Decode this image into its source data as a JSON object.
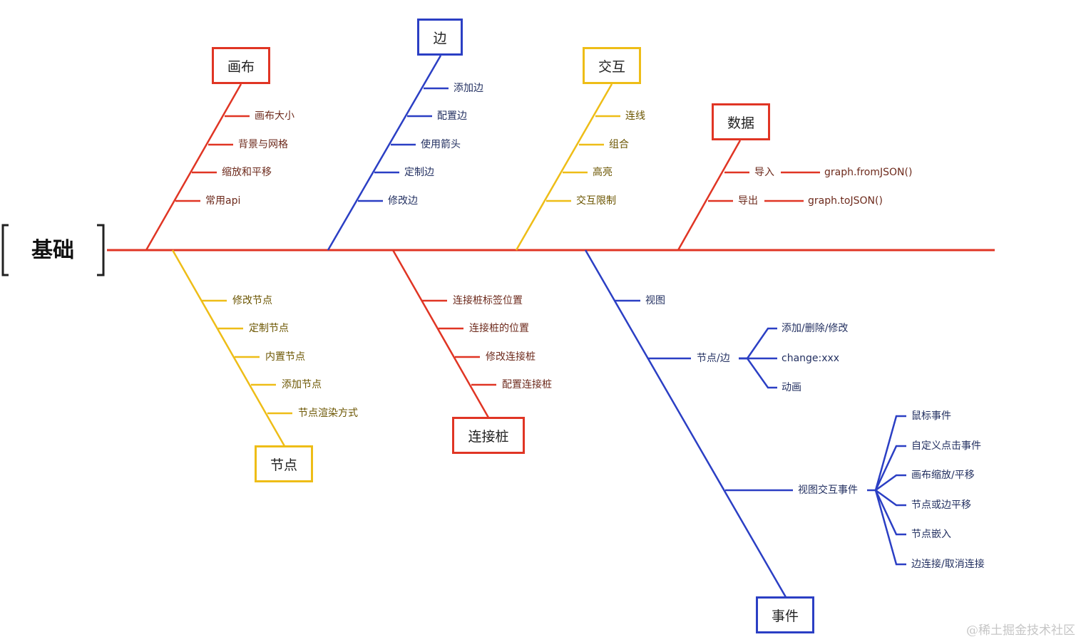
{
  "root": {
    "label": "基础"
  },
  "colors": {
    "red": "#e03524",
    "blue": "#2b3fc4",
    "gold": "#eebd17"
  },
  "branches": {
    "canvas": {
      "title": "画布",
      "items": [
        "画布大小",
        "背景与网格",
        "缩放和平移",
        "常用api"
      ]
    },
    "edge": {
      "title": "边",
      "items": [
        "添加边",
        "配置边",
        "使用箭头",
        "定制边",
        "修改边"
      ]
    },
    "interaction": {
      "title": "交互",
      "items": [
        "连线",
        "组合",
        "高亮",
        "交互限制"
      ]
    },
    "data": {
      "title": "数据",
      "items": [
        "导入",
        "导出"
      ],
      "details": [
        "graph.fromJSON()",
        "graph.toJSON()"
      ]
    },
    "node": {
      "title": "节点",
      "items": [
        "修改节点",
        "定制节点",
        "内置节点",
        "添加节点",
        "节点渲染方式"
      ]
    },
    "port": {
      "title": "连接桩",
      "items": [
        "连接桩标签位置",
        "连接桩的位置",
        "修改连接桩",
        "配置连接桩"
      ]
    },
    "event": {
      "title": "事件",
      "items": [
        "视图",
        "节点/边",
        "视图交互事件"
      ],
      "node_edge_children": [
        "添加/删除/修改",
        "change:xxx",
        "动画"
      ],
      "view_interaction_children": [
        "鼠标事件",
        "自定义点击事件",
        "画布缩放/平移",
        "节点或边平移",
        "节点嵌入",
        "边连接/取消连接"
      ]
    }
  },
  "watermark": "@稀土掘金技术社区"
}
